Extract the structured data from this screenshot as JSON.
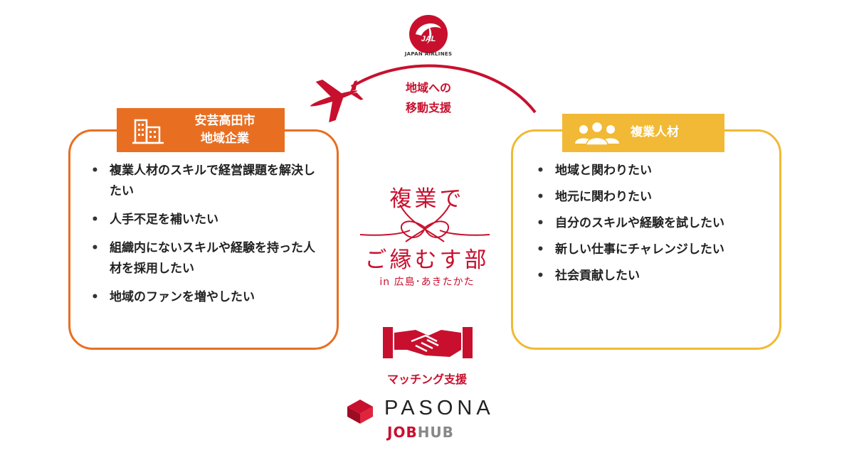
{
  "logos": {
    "jal": {
      "brand": "JAPAN AIRLINES",
      "mark_text": "JAL",
      "color": "#c8102e"
    },
    "pasona": {
      "name": "PASONA",
      "sub_a": "JOB",
      "sub_b": "HUB"
    }
  },
  "travel_support": {
    "label_line1": "地域への",
    "label_line2": "移動支援"
  },
  "left_panel": {
    "title_line1": "安芸高田市",
    "title_line2": "地域企業",
    "icon": "building-icon",
    "color": "#e86f22",
    "items": [
      "複業人材のスキルで経営課題を解決したい",
      "人手不足を補いたい",
      "組織内にないスキルや経験を持った人材を採用したい",
      "地域のファンを増やしたい"
    ]
  },
  "right_panel": {
    "title": "複業人材",
    "icon": "people-icon",
    "color": "#f1b935",
    "items": [
      "地域と関わりたい",
      "地元に関わりたい",
      "自分のスキルや経験を試したい",
      "新しい仕事にチャレンジしたい",
      "社会貢献したい"
    ]
  },
  "center_logo": {
    "line1": "複業で",
    "line2": "ご縁むす部",
    "line3": "in 広島･あきたかた"
  },
  "matching": {
    "label": "マッチング支援",
    "icon": "handshake-icon"
  },
  "colors": {
    "accent_red": "#c8102e",
    "orange": "#e86f22",
    "yellow": "#f1b935"
  }
}
